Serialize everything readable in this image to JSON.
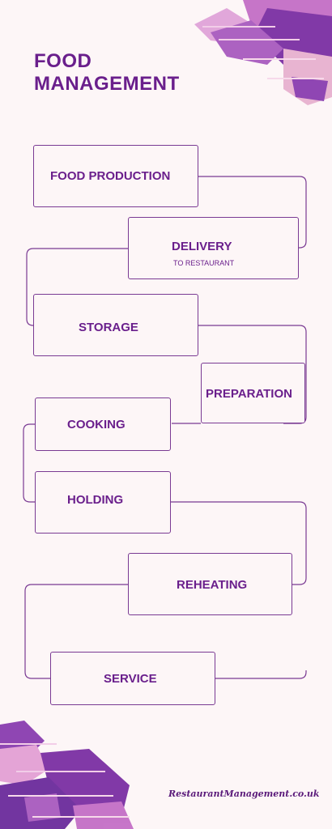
{
  "title": {
    "line1": "FOOD",
    "line2": "MANAGEMENT"
  },
  "steps": [
    {
      "label": "FOOD PRODUCTION"
    },
    {
      "label": "DELIVERY",
      "sub": "TO RESTAURANT"
    },
    {
      "label": "STORAGE"
    },
    {
      "label": "PREPARATION"
    },
    {
      "label": "COOKING"
    },
    {
      "label": "HOLDING"
    },
    {
      "label": "REHEATING"
    },
    {
      "label": "SERVICE"
    }
  ],
  "footer": {
    "brand": "RestaurantManagement.co.uk"
  },
  "colors": {
    "text": "#6a1f8c",
    "line": "#7a3a93",
    "background": "#fdf6f7",
    "accent_light": "#e8a2d6",
    "accent_dark": "#6b2b9c"
  }
}
